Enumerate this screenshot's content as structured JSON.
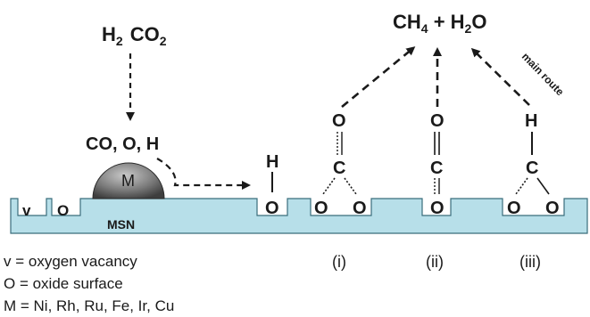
{
  "reactants": {
    "h2": "H",
    "h2_sub": "2",
    "co2_c": "CO",
    "co2_sub": "2"
  },
  "products": {
    "ch": "CH",
    "ch_sub": "4",
    "plus_h": " + H",
    "h2o_sub": "2",
    "h2o_o": "O"
  },
  "metal": {
    "intermediates": "CO, O, H",
    "particle_label": "M"
  },
  "support": {
    "label": "MSN",
    "vacancy_label": "v",
    "oxide_label": "O"
  },
  "spillover": {
    "h": "H",
    "o": "O"
  },
  "species": {
    "i": {
      "top_o": "O",
      "c": "C",
      "o_left": "O",
      "o_right": "O"
    },
    "ii": {
      "top_o": "O",
      "c": "C",
      "o_bottom": "O"
    },
    "iii": {
      "h": "H",
      "c": "C",
      "o_left": "O",
      "o_right": "O"
    }
  },
  "main_route_label": "main route",
  "cases": {
    "i": "(i)",
    "ii": "(ii)",
    "iii": "(iii)"
  },
  "legend": {
    "v": "v = oxygen vacancy",
    "o": "O = oxide surface",
    "m": "M = Ni, Rh, Ru, Fe, Ir, Cu"
  },
  "colors": {
    "support": "#b7dfe9",
    "support_edge": "#3a6d7c",
    "metal_light": "#bdbdbd",
    "metal_dark": "#4d4d4d"
  }
}
